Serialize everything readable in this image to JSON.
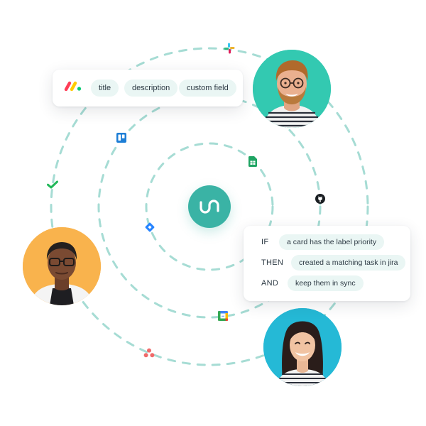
{
  "fields_card": {
    "chips": [
      "title",
      "description",
      "custom field"
    ]
  },
  "rules_card": {
    "rows": [
      {
        "keyword": "IF",
        "text": "a card has the label priority"
      },
      {
        "keyword": "THEN",
        "text": "created a matching task in jira"
      },
      {
        "keyword": "AND",
        "text": "keep them in sync"
      }
    ]
  },
  "icons": {
    "center": "unito-logo-icon",
    "apps": [
      "slack-icon",
      "trello-icon",
      "google-sheets-icon",
      "github-icon",
      "jira-icon",
      "checkmark-icon",
      "google-calendar-icon",
      "asana-icon",
      "monday-logo-icon"
    ]
  },
  "colors": {
    "accent": "#3ab3a5",
    "chip_bg": "#eaf6f4",
    "orbit": "#9fd9d1",
    "avatar_top_bg": "#33c9b1",
    "avatar_left_bg": "#f9b34d",
    "avatar_bottom_bg": "#25b9d6"
  }
}
